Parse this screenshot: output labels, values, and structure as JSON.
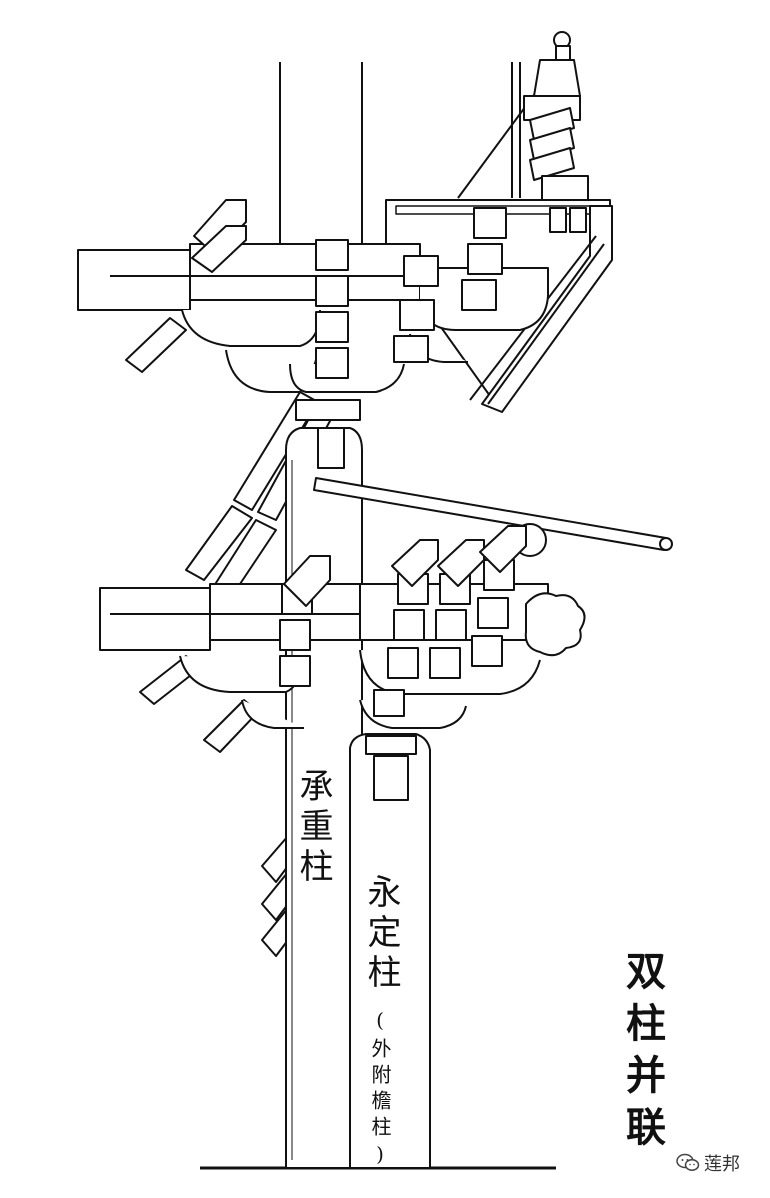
{
  "labels": {
    "main_column": "承重柱",
    "eave_column": "永定柱",
    "eave_column_note": "(外附檐柱)",
    "title": "双柱并联"
  },
  "watermark": {
    "text": "莲邦",
    "icon": "wechat-icon"
  },
  "colors": {
    "line": "#111111",
    "background": "#ffffff"
  }
}
